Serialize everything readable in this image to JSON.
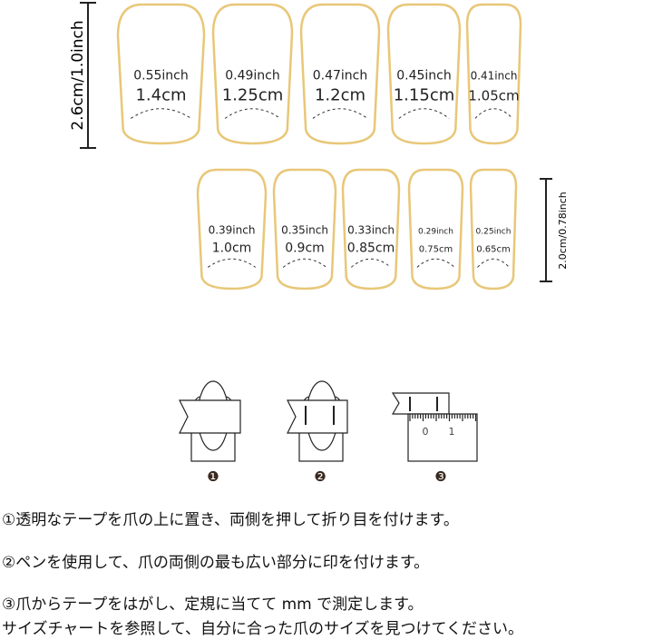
{
  "row1_label": "2.6cm/1.0inch",
  "row2_label": "2.0cm/0.78inch",
  "nails_row1": [
    {
      "inch": "0.55inch",
      "cm": "1.4cm"
    },
    {
      "inch": "0.49inch",
      "cm": "1.25cm"
    },
    {
      "inch": "0.47inch",
      "cm": "1.2cm"
    },
    {
      "inch": "0.45inch",
      "cm": "1.15cm"
    },
    {
      "inch": "0.41inch",
      "cm": "1.05cm"
    }
  ],
  "nails_row2": [
    {
      "inch": "0.39inch",
      "cm": "1.0cm"
    },
    {
      "inch": "0.35inch",
      "cm": "0.9cm"
    },
    {
      "inch": "0.33inch",
      "cm": "0.85cm"
    },
    {
      "inch": "0.29inch",
      "cm": "0.75cm"
    },
    {
      "inch": "0.25inch",
      "cm": "0.65cm"
    }
  ],
  "steps": [
    "❶",
    "❷",
    "❸"
  ],
  "ruler": [
    "0",
    "1"
  ],
  "instructions": [
    "①透明なテープを爪の上に置き、両側を押して折り目を付けます。",
    "②ペンを使用して、爪の両側の最も広い部分に印を付けます。",
    "③爪からテープをはがし、定規に当てて mm で測定します。",
    "サイズチャートを参照して、自分に合った爪のサイズを見つけてください。"
  ],
  "colors": {
    "nail_outline": "#e8c778",
    "line": "#222222"
  }
}
